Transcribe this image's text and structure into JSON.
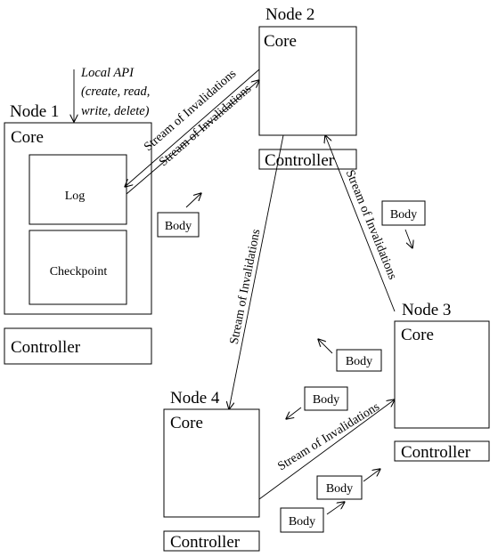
{
  "nodes": [
    {
      "id": "node-1",
      "title": "Node 1",
      "core_label": "Core",
      "controller_label": "Controller",
      "log_label": "Log",
      "checkpoint_label": "Checkpoint"
    },
    {
      "id": "node-2",
      "title": "Node 2",
      "core_label": "Core",
      "controller_label": "Controller"
    },
    {
      "id": "node-3",
      "title": "Node 3",
      "core_label": "Core",
      "controller_label": "Controller"
    },
    {
      "id": "node-4",
      "title": "Node 4",
      "core_label": "Core",
      "controller_label": "Controller"
    }
  ],
  "local_api": {
    "line1": "Local API",
    "line2": "(create, read,",
    "line3": "write, delete)"
  },
  "streams": {
    "n2_to_n1": "Stream of Invalidations",
    "n1_to_n2": "Stream of Invalidations",
    "n2_to_n4": "Stream of Invalidations",
    "n2_to_n3": "Stream of Invalidations",
    "n4_to_n3": "Stream of Invalidations"
  },
  "bodies": {
    "body_1": "Body",
    "body_2": "Body",
    "body_3": "Body",
    "body_4": "Body",
    "body_5": "Body",
    "body_6": "Body"
  }
}
